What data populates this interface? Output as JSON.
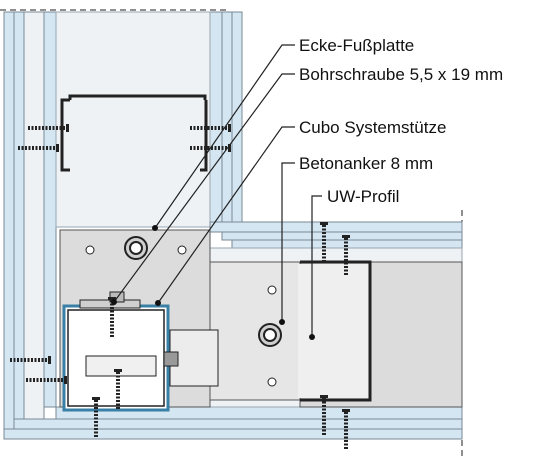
{
  "labels": {
    "corner_base_plate": "Ecke-Fußplatte",
    "drill_screw": "Bohrschraube 5,5 x 19 mm",
    "system_support": "Cubo Systemstütze",
    "concrete_anchor": "Betonanker 8 mm",
    "uw_profile": "UW-Profil"
  },
  "colors": {
    "board_fill": "#d4e6f1",
    "board_edge": "#7a8a96",
    "steel_plate": "#dcdcdc",
    "support_profile": "#3a7fa6",
    "line": "#222222"
  }
}
